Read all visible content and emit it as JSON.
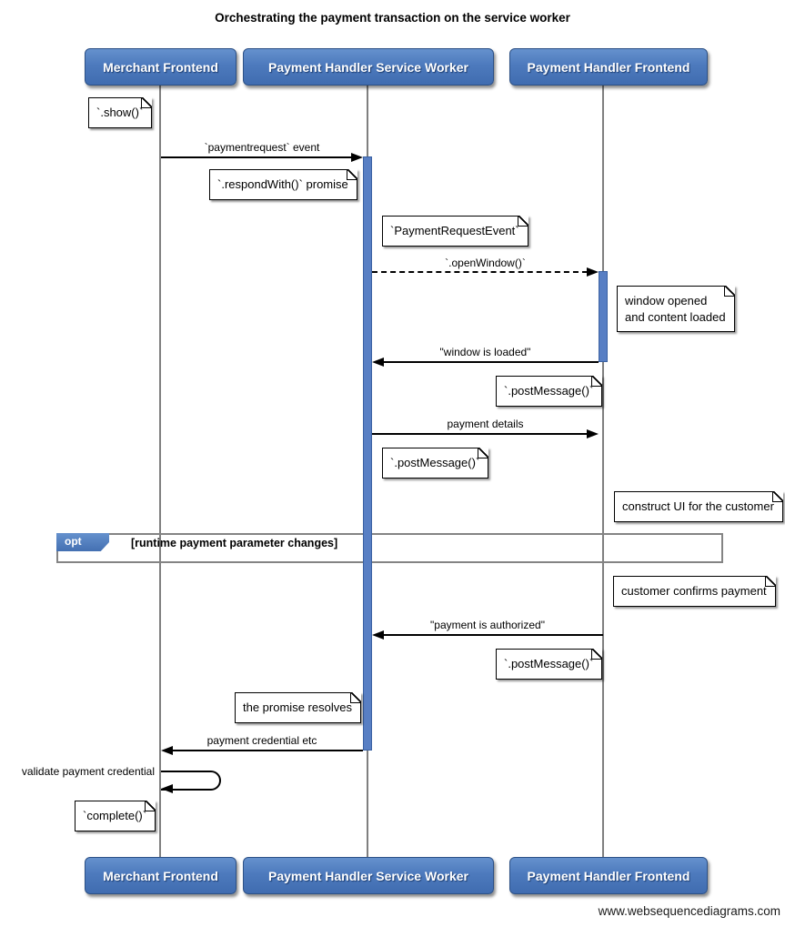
{
  "title": "Orchestrating the payment transaction on the service worker",
  "footer": "www.websequencediagrams.com",
  "actors": [
    {
      "id": "merchant-frontend",
      "label": "Merchant Frontend"
    },
    {
      "id": "payment-handler-service-worker",
      "label": "Payment Handler Service Worker"
    },
    {
      "id": "payment-handler-frontend",
      "label": "Payment Handler Frontend"
    }
  ],
  "messages": [
    {
      "label": "`paymentrequest` event",
      "from": "Merchant Frontend",
      "to": "Payment Handler Service Worker",
      "line": "solid"
    },
    {
      "label": "`.openWindow()`",
      "from": "Payment Handler Service Worker",
      "to": "Payment Handler Frontend",
      "line": "dashed"
    },
    {
      "label": "\"window is loaded\"",
      "from": "Payment Handler Frontend",
      "to": "Payment Handler Service Worker",
      "line": "solid"
    },
    {
      "label": "payment details",
      "from": "Payment Handler Service Worker",
      "to": "Payment Handler Frontend",
      "line": "solid"
    },
    {
      "label": "\"payment is authorized\"",
      "from": "Payment Handler Frontend",
      "to": "Payment Handler Service Worker",
      "line": "solid"
    },
    {
      "label": "payment credential etc",
      "from": "Payment Handler Service Worker",
      "to": "Merchant Frontend",
      "line": "solid"
    },
    {
      "label": "validate payment credential",
      "from": "Merchant Frontend",
      "to": "Merchant Frontend",
      "line": "self"
    }
  ],
  "notes": [
    {
      "text": "`.show()`"
    },
    {
      "text": "`.respondWith()` promise"
    },
    {
      "text": "`PaymentRequestEvent`"
    },
    {
      "text": "window opened\nand content loaded"
    },
    {
      "text": "`.postMessage()`"
    },
    {
      "text": "`.postMessage()`"
    },
    {
      "text": "construct UI for the customer"
    },
    {
      "text": "customer confirms payment"
    },
    {
      "text": "`.postMessage()`"
    },
    {
      "text": "the promise resolves"
    },
    {
      "text": "`complete()`"
    }
  ],
  "fragment": {
    "keyword": "opt",
    "guard": "[runtime payment parameter changes]"
  },
  "colors": {
    "actor_fill": "#4d7abd",
    "actor_border": "#2d5186",
    "activation_fill": "#587fc4",
    "activation_border": "#3a61a2",
    "lifeline": "#7f7f7f",
    "frame_border": "#848484",
    "note_bg": "#ffffff",
    "note_border": "#000000"
  }
}
